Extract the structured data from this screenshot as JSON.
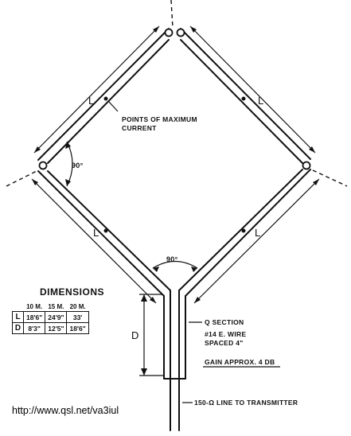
{
  "diagram": {
    "side_label": "L",
    "points_label_line1": "POINTS OF MAXIMUM",
    "points_label_line2": "CURRENT",
    "angle_left": "90°",
    "angle_bottom": "90°",
    "feed_dimension_label": "D",
    "q_section_label": "Q SECTION",
    "wire_label_line1": "#14 E. WIRE",
    "wire_label_line2": "SPACED 4\"",
    "gain_label": "GAIN APPROX. 4 DB",
    "line_label": "150-Ω LINE TO TRANSMITTER"
  },
  "dimensions": {
    "title": "DIMENSIONS",
    "columns": [
      "10 M.",
      "15 M.",
      "20 M."
    ],
    "rows": [
      {
        "label": "L",
        "values": [
          "18'6\"",
          "24'9\"",
          "33'"
        ]
      },
      {
        "label": "D",
        "values": [
          "8'3\"",
          "12'5\"",
          "18'6\""
        ]
      }
    ]
  },
  "source": {
    "url": "http://www.qsl.net/va3iul"
  }
}
